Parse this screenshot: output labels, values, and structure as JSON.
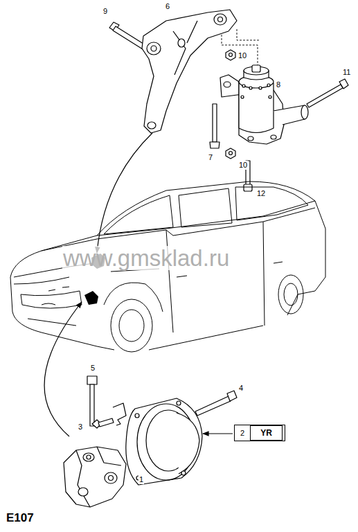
{
  "diagram": {
    "nodes": [
      {
        "text": [
          "2"
        ]
      },
      {
        "text": [
          "YR"
        ],
        "in": 0
      }
    ],
    "labels": [
      "9",
      "6",
      "10",
      "8",
      "11",
      "7",
      "10",
      "12",
      "5",
      "4",
      "3",
      "1",
      "E107",
      "www.gmsklad.ru"
    ]
  }
}
